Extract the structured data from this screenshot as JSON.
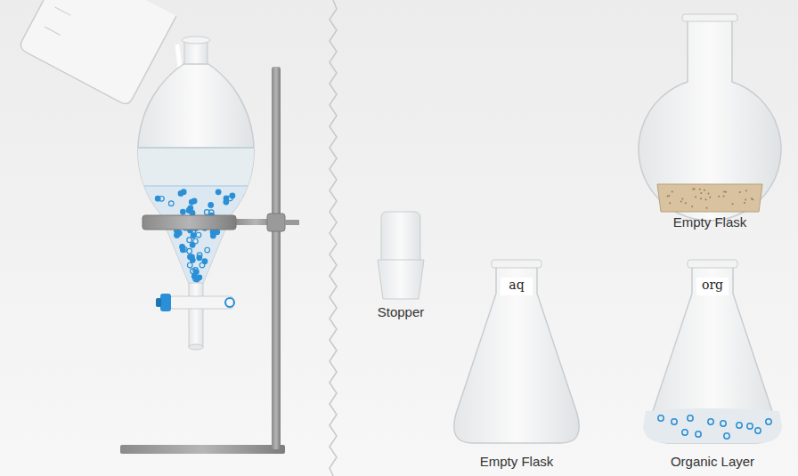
{
  "diagram": {
    "labels": [
      "Empty Flask",
      "Stopper",
      "aq",
      "org",
      "Empty Flask",
      "Organic Layer"
    ]
  }
}
